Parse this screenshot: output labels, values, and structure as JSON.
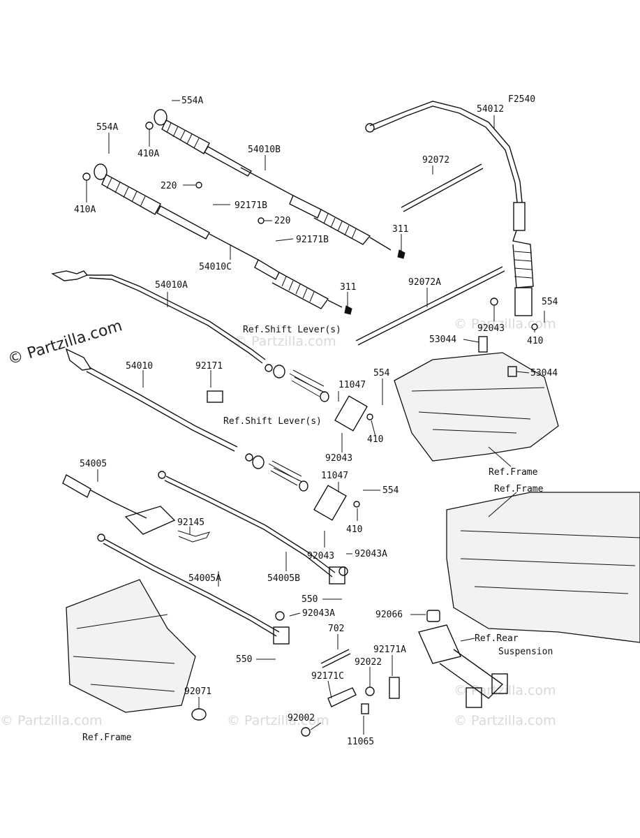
{
  "figure_code": "F2540",
  "watermark": "© Partzilla.com",
  "faint_watermark": "© Partzilla.com",
  "labels": {
    "p554a_top": "554A",
    "p554a_left": "554A",
    "p410a_top": "410A",
    "p410a_left": "410A",
    "p54010b": "54010B",
    "p220_a": "220",
    "p220_b": "220",
    "p92171b_a": "92171B",
    "p92171b_b": "92171B",
    "p54010c": "54010C",
    "p311_a": "311",
    "p311_b": "311",
    "p54010a": "54010A",
    "p54012": "54012",
    "p92072": "92072",
    "p92072a": "92072A",
    "p554_right": "554",
    "p92043_right": "92043",
    "p410_right": "410",
    "p53044_a": "53044",
    "p53044_b": "53044",
    "ref_shift_lever_1": "Ref.Shift Lever(s)",
    "ref_shift_lever_2": "Ref.Shift Lever(s)",
    "p54010": "54010",
    "p92171": "92171",
    "p11047_a": "11047",
    "p554_mid": "554",
    "p410_mid": "410",
    "p92043_mid": "92043",
    "ref_frame_1": "Ref.Frame",
    "ref_frame_2": "Ref.Frame",
    "p54005": "54005",
    "p11047_b": "11047",
    "p554_low": "554",
    "p410_low": "410",
    "p92145": "92145",
    "p92043_low": "92043",
    "p92043a_a": "92043A",
    "p54005b": "54005B",
    "p54005a": "54005A",
    "p550_a": "550",
    "p92043a_b": "92043A",
    "p92066": "92066",
    "p702": "702",
    "p92171a": "92171A",
    "ref_rear_1": "Ref.Rear",
    "ref_rear_2": "Suspension",
    "p550_b": "550",
    "p92022": "92022",
    "p92171c": "92171C",
    "p92071": "92071",
    "p92002": "92002",
    "p11065": "11065",
    "ref_frame_3": "Ref.Frame"
  }
}
